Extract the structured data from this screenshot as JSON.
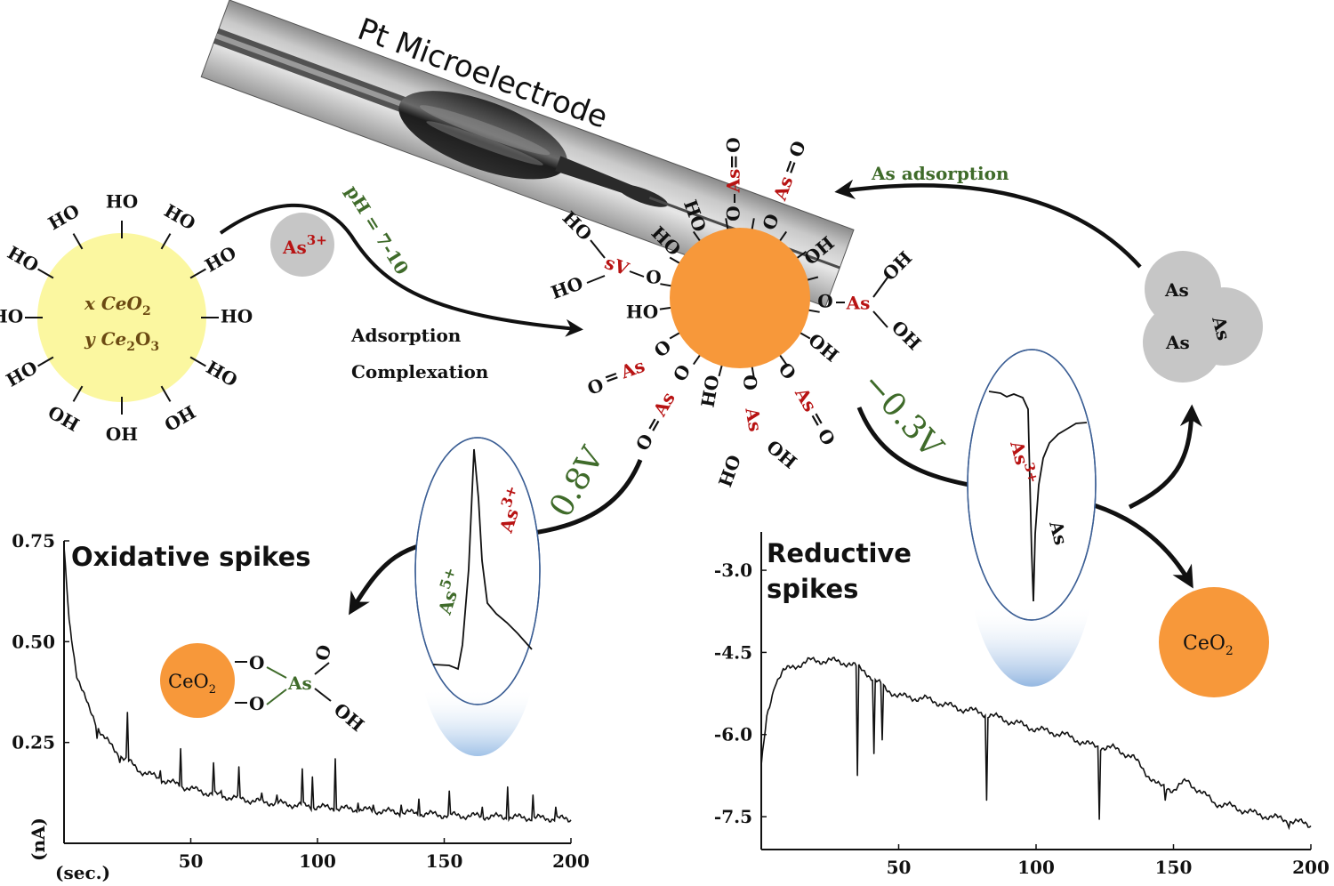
{
  "electrode": {
    "label": "Pt Microelectrode"
  },
  "start_particle": {
    "line1": "x CeO",
    "line1_sub": "2",
    "line2": "y Ce",
    "line2_sub1": "2",
    "line2_mid": "O",
    "line2_sub2": "3",
    "groups": "HO"
  },
  "reaction": {
    "ion": "As",
    "ion_sup": "3+",
    "ph": "pH = 7-10",
    "step1": "Adsorption",
    "step2": "Complexation"
  },
  "complex": {
    "oh": "OH",
    "ho": "HO",
    "o": "O",
    "as": "As",
    "sv": "sV",
    "as_eq_o_top1": "O—As=O",
    "as_eq_o_top2": "O—As=O"
  },
  "adsorption": {
    "label": "As adsorption",
    "cluster": [
      "As",
      "As",
      "As"
    ]
  },
  "potentials": {
    "oxidative": "0.8V",
    "reductive": "−0.3V"
  },
  "oxidative_inset": {
    "species_low": "As",
    "species_low_sup": "5+",
    "species_high": "As",
    "species_high_sup": "3+"
  },
  "reductive_inset": {
    "species_high": "As",
    "species_high_sup": "3+",
    "species_low": "As"
  },
  "product_left": {
    "label": "CeO",
    "sub": "2",
    "as": "As",
    "o": "O",
    "oh": "OH"
  },
  "product_right": {
    "label": "CeO",
    "sub": "2"
  },
  "colors": {
    "ceria_yellow": "#fbf7a0",
    "ceria_orange": "#f7983a",
    "arsenic_gray": "#c6c6c6",
    "red_label": "#b81313",
    "green_label": "#3f6b2a",
    "inset_border": "#3c5f95"
  },
  "chart_data": [
    {
      "type": "line",
      "title": "Oxidative spikes",
      "xlabel": "(sec.)",
      "ylabel": "(nA)",
      "xlim": [
        0,
        200
      ],
      "ylim": [
        0,
        0.75
      ],
      "xticks": [
        "50",
        "100",
        "150",
        "200"
      ],
      "yticks": [
        "0.25",
        "0.50",
        "0.75"
      ],
      "baseline": [
        [
          0,
          0.73
        ],
        [
          2,
          0.55
        ],
        [
          5,
          0.42
        ],
        [
          10,
          0.33
        ],
        [
          15,
          0.27
        ],
        [
          20,
          0.23
        ],
        [
          30,
          0.18
        ],
        [
          40,
          0.155
        ],
        [
          50,
          0.135
        ],
        [
          60,
          0.12
        ],
        [
          75,
          0.105
        ],
        [
          100,
          0.09
        ],
        [
          125,
          0.08
        ],
        [
          150,
          0.07
        ],
        [
          175,
          0.065
        ],
        [
          200,
          0.06
        ]
      ],
      "spikes": [
        {
          "x": 13,
          "y": 0.26
        },
        {
          "x": 22,
          "y": 0.2
        },
        {
          "x": 25,
          "y": 0.325
        },
        {
          "x": 38,
          "y": 0.18
        },
        {
          "x": 46,
          "y": 0.235
        },
        {
          "x": 52,
          "y": 0.14
        },
        {
          "x": 59,
          "y": 0.2
        },
        {
          "x": 62,
          "y": 0.13
        },
        {
          "x": 69,
          "y": 0.19
        },
        {
          "x": 78,
          "y": 0.125
        },
        {
          "x": 84,
          "y": 0.12
        },
        {
          "x": 94,
          "y": 0.185
        },
        {
          "x": 98,
          "y": 0.165
        },
        {
          "x": 107,
          "y": 0.21
        },
        {
          "x": 116,
          "y": 0.1
        },
        {
          "x": 122,
          "y": 0.095
        },
        {
          "x": 133,
          "y": 0.095
        },
        {
          "x": 140,
          "y": 0.11
        },
        {
          "x": 152,
          "y": 0.13
        },
        {
          "x": 165,
          "y": 0.09
        },
        {
          "x": 175,
          "y": 0.14
        },
        {
          "x": 185,
          "y": 0.12
        },
        {
          "x": 194,
          "y": 0.09
        }
      ]
    },
    {
      "type": "line",
      "title": "Reductive spikes",
      "xlim": [
        0,
        200
      ],
      "ylim": [
        -8.1,
        -2.3
      ],
      "xticks": [
        "50",
        "100",
        "150",
        "200"
      ],
      "yticks": [
        "-3.0",
        "-4.5",
        "-6.0",
        "-7.5"
      ],
      "baseline": [
        [
          0,
          -6.6
        ],
        [
          2,
          -5.7
        ],
        [
          5,
          -5.05
        ],
        [
          8,
          -4.85
        ],
        [
          12,
          -4.75
        ],
        [
          18,
          -4.65
        ],
        [
          25,
          -4.65
        ],
        [
          32,
          -4.7
        ],
        [
          38,
          -4.85
        ],
        [
          41,
          -5.0
        ],
        [
          45,
          -5.15
        ],
        [
          50,
          -5.3
        ],
        [
          60,
          -5.35
        ],
        [
          70,
          -5.5
        ],
        [
          80,
          -5.6
        ],
        [
          90,
          -5.75
        ],
        [
          100,
          -5.9
        ],
        [
          110,
          -6.0
        ],
        [
          120,
          -6.2
        ],
        [
          128,
          -6.25
        ],
        [
          135,
          -6.4
        ],
        [
          140,
          -6.7
        ],
        [
          145,
          -6.95
        ],
        [
          150,
          -7.0
        ],
        [
          155,
          -6.85
        ],
        [
          160,
          -7.05
        ],
        [
          165,
          -7.25
        ],
        [
          170,
          -7.3
        ],
        [
          180,
          -7.45
        ],
        [
          190,
          -7.55
        ],
        [
          200,
          -7.65
        ]
      ],
      "spikes": [
        {
          "x": 35,
          "y": -6.75
        },
        {
          "x": 41,
          "y": -6.35
        },
        {
          "x": 44,
          "y": -6.1
        },
        {
          "x": 82,
          "y": -7.2
        },
        {
          "x": 123,
          "y": -7.55
        },
        {
          "x": 147,
          "y": -7.2
        },
        {
          "x": 192,
          "y": -7.7
        }
      ]
    }
  ]
}
